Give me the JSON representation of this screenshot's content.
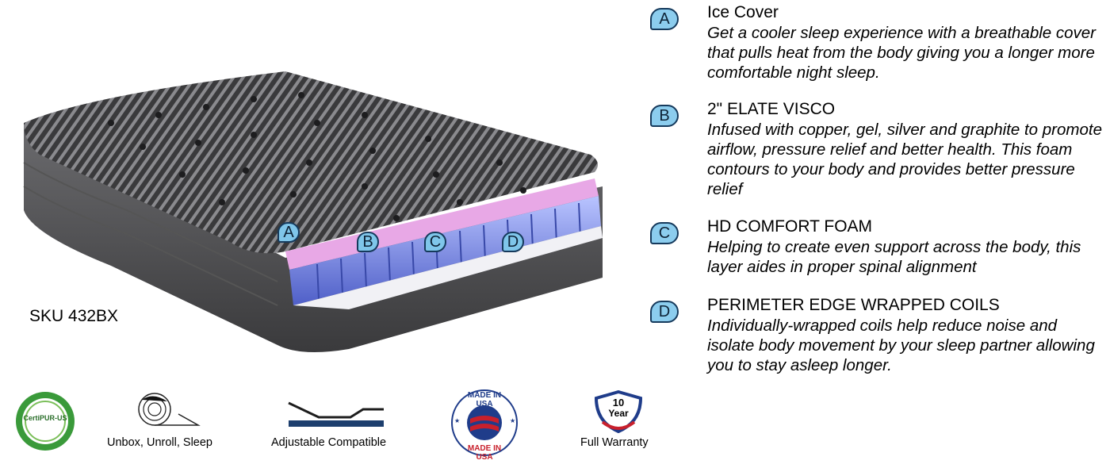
{
  "product": {
    "sku": "SKU 432BX",
    "markers": [
      "A",
      "B",
      "C",
      "D"
    ]
  },
  "features": [
    {
      "badge": "A",
      "title": "Ice Cover",
      "description": "Get a cooler sleep experience with a breathable cover that  pulls heat from the body giving you a longer more comfortable night sleep."
    },
    {
      "badge": "B",
      "title": "2\" ELATE VISCO",
      "description": "Infused with copper, gel, silver and graphite to promote airflow, pressure relief and better health. This foam contours to your body and provides better pressure relief"
    },
    {
      "badge": "C",
      "title": "HD COMFORT FOAM",
      "description": "Helping to create even support across the body, this layer aides in proper spinal alignment"
    },
    {
      "badge": "D",
      "title": "PERIMETER EDGE WRAPPED COILS",
      "description": "Individually-wrapped coils help reduce noise and isolate body movement by your sleep partner allowing you to stay asleep longer."
    }
  ],
  "icons": {
    "certipur": {
      "text": "CertiPUR-US",
      "color": "#3a9a3a"
    },
    "unbox": {
      "label": "Unbox, Unroll, Sleep"
    },
    "adjustable": {
      "label": "Adjustable Compatible"
    },
    "made_in_usa": {
      "top_text": "MADE IN USA",
      "bottom_text": "MADE IN USA"
    },
    "warranty": {
      "years": "10",
      "unit": "Year",
      "label": "Full Warranty"
    }
  },
  "colors": {
    "badge_fill": "#8ccdee",
    "badge_border": "#163a5c",
    "coil_blue": "#5b6fd6",
    "foam_pink": "#d88ad0",
    "usa_blue": "#1f3c8a",
    "usa_red": "#c8202c"
  }
}
